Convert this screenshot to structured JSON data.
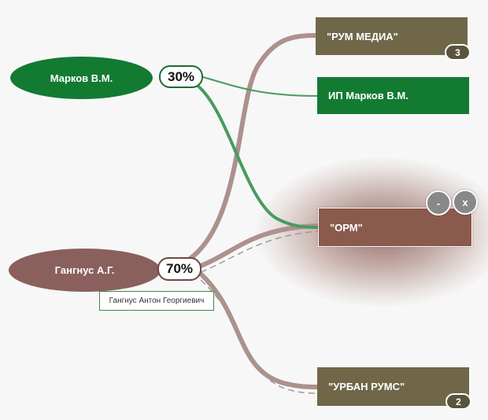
{
  "persons": [
    {
      "id": "markov",
      "label": "Марков В.М.",
      "share": "30%",
      "color": "#137a32"
    },
    {
      "id": "gangnus",
      "label": "Гангнус А.Г.",
      "share": "70%",
      "color": "#8a605d"
    }
  ],
  "tooltip": {
    "text": "Гангнус Антон Георгиевич"
  },
  "companies": [
    {
      "id": "rum",
      "label": "\"РУМ МЕДИА\"",
      "badge": "3",
      "color": "#6f6748"
    },
    {
      "id": "ip",
      "label": "ИП Марков В.М.",
      "color": "#137a32"
    },
    {
      "id": "orm",
      "label": "\"ОРМ\"",
      "color": "#8a5a4d",
      "selected": true
    },
    {
      "id": "urban",
      "label": "\"УРБАН РУМС\"",
      "badge": "2",
      "color": "#6f6748"
    }
  ],
  "controls": {
    "minimize": "-",
    "close": "x"
  },
  "link_colors": {
    "markov": "#4a9a60",
    "gangnus": "#ad918c",
    "dashed": "#9a9a9a"
  }
}
